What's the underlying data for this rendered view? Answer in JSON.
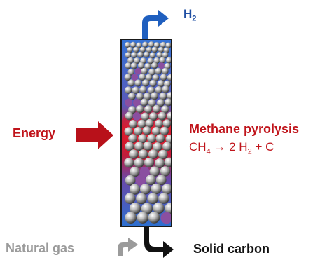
{
  "labels": {
    "h2_main": "H",
    "h2_sub": "2",
    "energy": "Energy",
    "reaction_title": "Methane pyrolysis",
    "eq_ch": "CH",
    "eq_sub1": "4",
    "eq_mid": " → 2 H",
    "eq_sub2": "2",
    "eq_end": " + C",
    "natural_gas": "Natural gas",
    "solid_carbon": "Solid carbon"
  },
  "colors": {
    "reactor_blue": "#2f6fd0",
    "heat_red": "#e01b2a",
    "energy_arrow": "#b8111a",
    "h2_arrow": "#1f5fbf",
    "gas_arrow": "#9b9b9b",
    "carbon_arrow": "#111111",
    "sphere_purple": "#8a4fa0"
  },
  "icons": [
    "h2-outlet-arrow",
    "energy-input-arrow",
    "natural-gas-inlet-arrow",
    "solid-carbon-outlet-arrow"
  ]
}
